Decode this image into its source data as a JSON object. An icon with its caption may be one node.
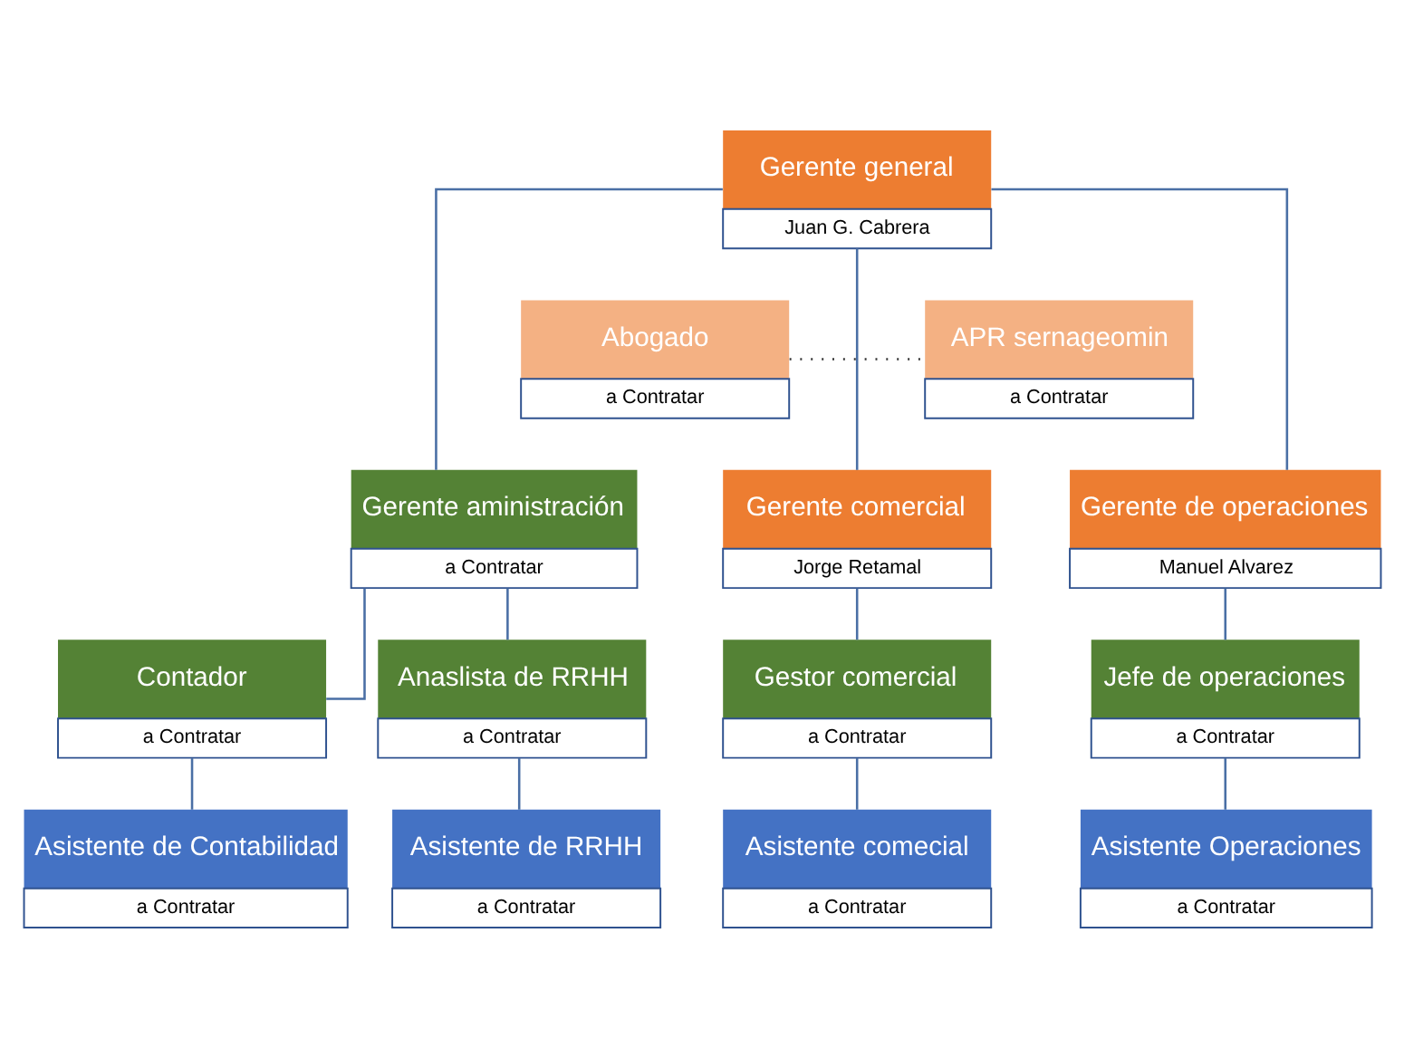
{
  "diagram": {
    "nodes": [
      {
        "text": [
          "Gerente general",
          "Juan G. Cabrera"
        ]
      },
      {
        "text": [
          "Abogado",
          "a Contratar"
        ]
      },
      {
        "text": [
          "APR sernageomin",
          "a Contratar"
        ]
      },
      {
        "text": [
          "Gerente aministración",
          "a Contratar"
        ]
      },
      {
        "text": [
          "Gerente comercial",
          "Jorge Retamal"
        ]
      },
      {
        "text": [
          "Gerente de operaciones",
          "Manuel Alvarez"
        ]
      },
      {
        "text": [
          "Contador",
          "a Contratar"
        ]
      },
      {
        "text": [
          "Anaslista de RRHH",
          "a Contratar"
        ]
      },
      {
        "text": [
          "Gestor comercial",
          "a Contratar"
        ]
      },
      {
        "text": [
          "Jefe de operaciones",
          "a Contratar"
        ]
      },
      {
        "text": [
          "Asistente de Contabilidad",
          "a Contratar"
        ]
      },
      {
        "text": [
          "Asistente de RRHH",
          "a Contratar"
        ]
      },
      {
        "text": [
          "Asistente comecial",
          "a Contratar"
        ]
      },
      {
        "text": [
          "Asistente Operaciones",
          "a Contratar"
        ]
      }
    ],
    "edges": [
      {
        "from": 1,
        "to": 2,
        "arrow": "none",
        "style": "dashed",
        "color": "#333333"
      },
      {
        "from": 0,
        "to": 3,
        "arrow": "none"
      },
      {
        "from": 0,
        "to": 4,
        "arrow": "none"
      },
      {
        "from": 0,
        "to": 5,
        "arrow": "none"
      },
      {
        "from": 3,
        "to": 6,
        "arrow": "none"
      },
      {
        "from": 3,
        "to": 7,
        "arrow": "none"
      },
      {
        "from": 4,
        "to": 8,
        "arrow": "none"
      },
      {
        "from": 5,
        "to": 9,
        "arrow": "none"
      },
      {
        "from": 6,
        "to": 10,
        "arrow": "none"
      },
      {
        "from": 7,
        "to": 11,
        "arrow": "none"
      },
      {
        "from": 8,
        "to": 12,
        "arrow": "none"
      },
      {
        "from": 9,
        "to": 13,
        "arrow": "none"
      }
    ]
  }
}
